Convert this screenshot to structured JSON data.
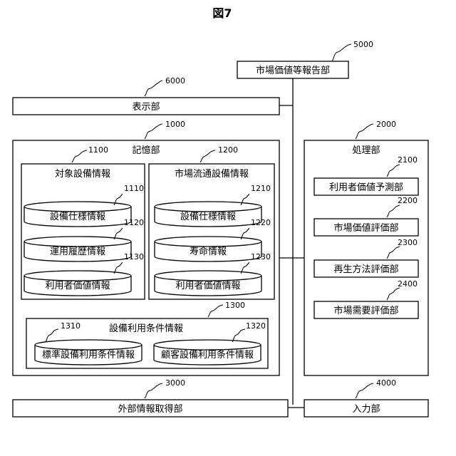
{
  "figure": {
    "title": "図7"
  },
  "units": {
    "report": {
      "ref": "5000",
      "label": "市場価値等報告部"
    },
    "display": {
      "ref": "6000",
      "label": "表示部"
    },
    "storage": {
      "ref": "1000",
      "label": "記憶部",
      "target_equipment": {
        "ref": "1100",
        "label": "対象設備情報",
        "items": [
          {
            "ref": "1110",
            "label": "設備仕様情報"
          },
          {
            "ref": "1120",
            "label": "運用履歴情報"
          },
          {
            "ref": "1130",
            "label": "利用者価値情報"
          }
        ]
      },
      "market_equipment": {
        "ref": "1200",
        "label": "市場流通設備情報",
        "items": [
          {
            "ref": "1210",
            "label": "設備仕様情報"
          },
          {
            "ref": "1220",
            "label": "寿命情報"
          },
          {
            "ref": "1230",
            "label": "利用者価値情報"
          }
        ]
      },
      "usage_conditions": {
        "ref": "1300",
        "label": "設備利用条件情報",
        "items": [
          {
            "ref": "1310",
            "label": "標準設備利用条件情報"
          },
          {
            "ref": "1320",
            "label": "顧客設備利用条件情報"
          }
        ]
      }
    },
    "processing": {
      "ref": "2000",
      "label": "処理部",
      "items": [
        {
          "ref": "2100",
          "label": "利用者価値予測部"
        },
        {
          "ref": "2200",
          "label": "市場価値評価部"
        },
        {
          "ref": "2300",
          "label": "再生方法評価部"
        },
        {
          "ref": "2400",
          "label": "市場需要評価部"
        }
      ]
    },
    "external_acquisition": {
      "ref": "3000",
      "label": "外部情報取得部"
    },
    "input": {
      "ref": "4000",
      "label": "入力部"
    }
  }
}
